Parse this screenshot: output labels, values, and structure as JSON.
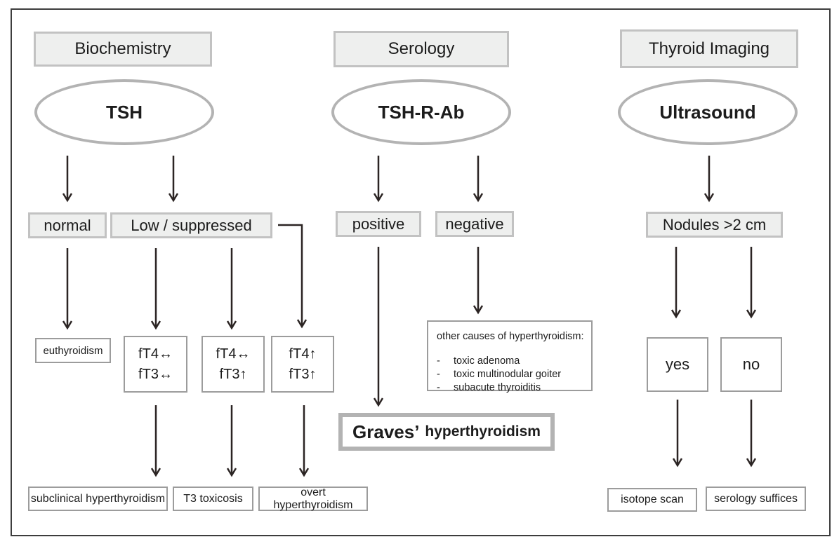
{
  "colors": {
    "box_fill": "#eeefee",
    "box_border": "#c2c2c2",
    "ellipse_border": "#b3b3b3",
    "arrow": "#2b2423",
    "text": "#1c1c1c"
  },
  "biochemistry": {
    "header": "Biochemistry",
    "test": "TSH",
    "normal": "normal",
    "low_suppressed": "Low / suppressed",
    "euthyroidism": "euthyroidism",
    "ft_boxes": [
      {
        "ft4": "fT4↔",
        "ft3": "fT3↔"
      },
      {
        "ft4": "fT4↔",
        "ft3": "fT3↑"
      },
      {
        "ft4": "fT4↑",
        "ft3": "fT3↑"
      }
    ],
    "outcome_subclinical": "subclinical hyperthyroidism",
    "outcome_t3": "T3 toxicosis",
    "outcome_overt": "overt hyperthyroidism"
  },
  "serology": {
    "header": "Serology",
    "test": "TSH-R-Ab",
    "positive": "positive",
    "negative": "negative",
    "other_causes": {
      "title": "other causes of hyperthyroidism:",
      "bullet": "-",
      "items": [
        "toxic adenoma",
        "toxic multinodular goiter",
        "subacute thyroiditis"
      ]
    },
    "graves": {
      "lead": "Graves’",
      "rest": "hyperthyroidism"
    }
  },
  "imaging": {
    "header": "Thyroid Imaging",
    "test": "Ultrasound",
    "nodules": "Nodules >2 cm",
    "yes": "yes",
    "no": "no",
    "isotope_scan": "isotope scan",
    "serology_suffices": "serology suffices"
  }
}
